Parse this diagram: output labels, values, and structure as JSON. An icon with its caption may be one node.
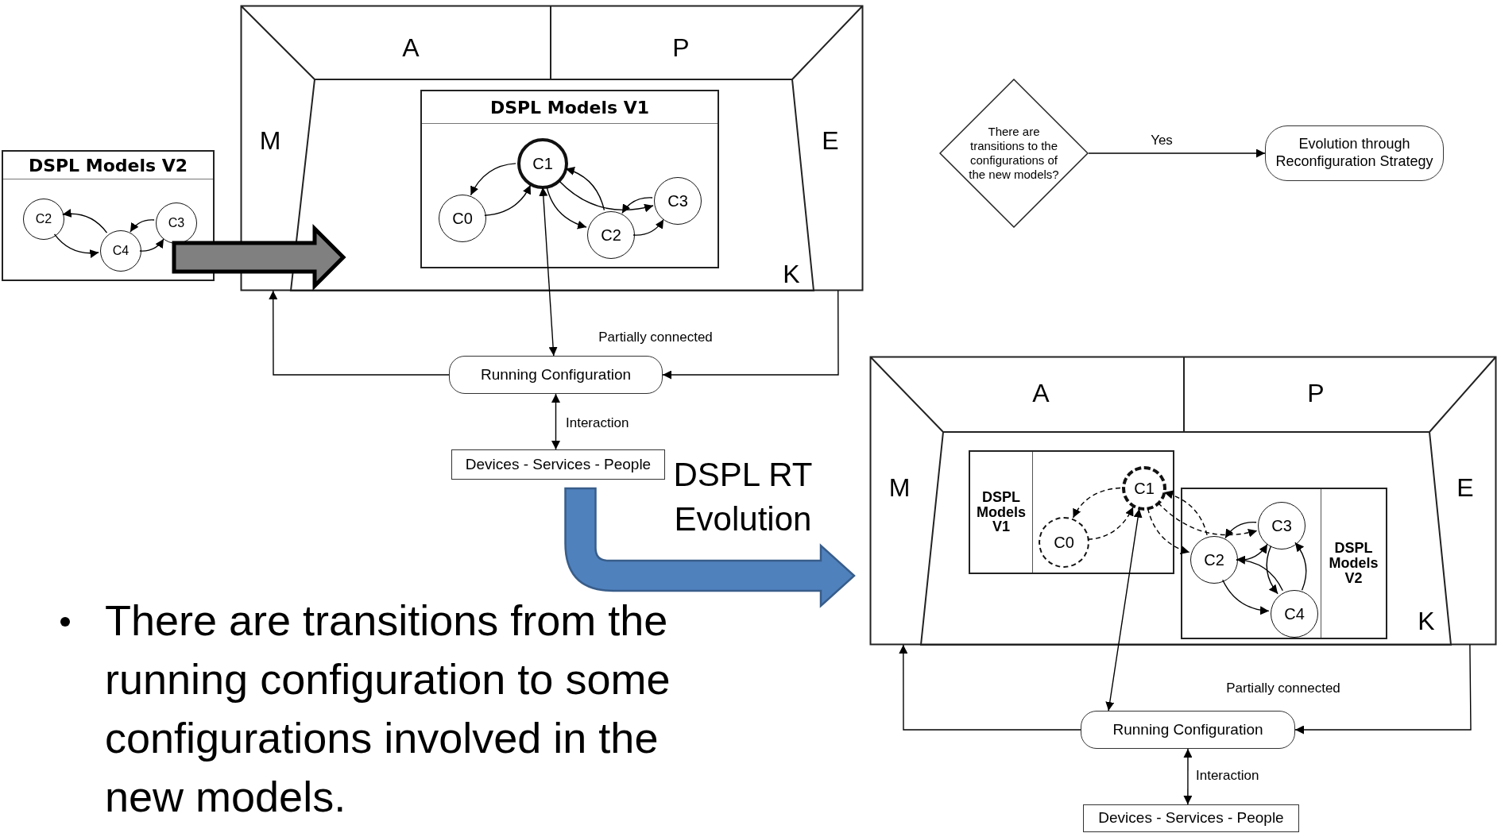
{
  "diagram": {
    "nodes": [
      {
        "text": [
          "A",
          "P",
          "M",
          "E",
          "K"
        ]
      },
      {
        "text": [
          "DSPL Models V1"
        ],
        "in": 0
      },
      {
        "text": [
          "C1"
        ],
        "in": 1
      },
      {
        "text": [
          "C0"
        ],
        "in": 1
      },
      {
        "text": [
          "C2"
        ],
        "in": 1
      },
      {
        "text": [
          "C3"
        ],
        "in": 1
      },
      {
        "text": [
          "DSPL Models V2"
        ]
      },
      {
        "text": [
          "C2"
        ],
        "in": 6
      },
      {
        "text": [
          "C4"
        ],
        "in": 6
      },
      {
        "text": [
          "C3"
        ],
        "in": 6
      },
      {
        "text": [
          "Running Configuration"
        ]
      },
      {
        "text": [
          "Devices - Services - People"
        ]
      },
      {
        "text": [
          "There are transitions to the configurations of the new models?"
        ]
      },
      {
        "text": [
          "Evolution through Reconfiguration Strategy"
        ]
      },
      {
        "text": [
          "A",
          "P",
          "M",
          "E",
          "K"
        ]
      },
      {
        "text": [
          "DSPL Models V1"
        ],
        "in": 14
      },
      {
        "text": [
          "C1"
        ],
        "in": 15
      },
      {
        "text": [
          "C0"
        ],
        "in": 15
      },
      {
        "text": [
          "DSPL Models V2"
        ],
        "in": 14
      },
      {
        "text": [
          "C2"
        ],
        "in": 18
      },
      {
        "text": [
          "C3"
        ],
        "in": 18
      },
      {
        "text": [
          "C4"
        ],
        "in": 18
      },
      {
        "text": [
          "Running Configuration"
        ]
      },
      {
        "text": [
          "Devices - Services - People"
        ]
      }
    ],
    "edges": [
      {
        "from": 6,
        "to": 0,
        "arrow": "to",
        "style": "thick",
        "color": "#808080"
      },
      {
        "from": 3,
        "to": 2,
        "arrow": "to"
      },
      {
        "from": 2,
        "to": 3,
        "arrow": "to"
      },
      {
        "from": 2,
        "to": 4,
        "arrow": "to"
      },
      {
        "from": 2,
        "to": 5,
        "arrow": "to"
      },
      {
        "from": 4,
        "to": 5,
        "arrow": "to"
      },
      {
        "from": 5,
        "to": 4,
        "arrow": "to"
      },
      {
        "from": 4,
        "to": 2,
        "arrow": "to"
      },
      {
        "from": 7,
        "to": 8,
        "arrow": "to"
      },
      {
        "from": 8,
        "to": 7,
        "arrow": "to"
      },
      {
        "from": 8,
        "to": 9,
        "arrow": "to"
      },
      {
        "from": 9,
        "to": 8,
        "arrow": "to"
      },
      {
        "from": 2,
        "to": 10,
        "arrow": "both"
      },
      {
        "from": 10,
        "to": 0,
        "arrow": "to"
      },
      {
        "from": 0,
        "to": 10,
        "arrow": "to",
        "label": "Partially connected"
      },
      {
        "from": 10,
        "to": 11,
        "arrow": "both",
        "label": "Interaction"
      },
      {
        "from": 12,
        "to": 13,
        "arrow": "to",
        "label": "Yes"
      },
      {
        "from": 11,
        "to": 14,
        "arrow": "to",
        "style": "thick",
        "color": "#4f81bd"
      },
      {
        "from": 17,
        "to": 16,
        "arrow": "to",
        "style": "dashed"
      },
      {
        "from": 16,
        "to": 17,
        "arrow": "to",
        "style": "dashed"
      },
      {
        "from": 16,
        "to": 19,
        "arrow": "to",
        "style": "dashed"
      },
      {
        "from": 16,
        "to": 20,
        "arrow": "to",
        "style": "dashed"
      },
      {
        "from": 19,
        "to": 16,
        "arrow": "to",
        "style": "dashed"
      },
      {
        "from": 19,
        "to": 20,
        "arrow": "to"
      },
      {
        "from": 20,
        "to": 19,
        "arrow": "to"
      },
      {
        "from": 19,
        "to": 21,
        "arrow": "to"
      },
      {
        "from": 21,
        "to": 19,
        "arrow": "to"
      },
      {
        "from": 20,
        "to": 21,
        "arrow": "to"
      },
      {
        "from": 21,
        "to": 20,
        "arrow": "to"
      },
      {
        "from": 16,
        "to": 22,
        "arrow": "both"
      },
      {
        "from": 22,
        "to": 14,
        "arrow": "to"
      },
      {
        "from": 14,
        "to": 22,
        "arrow": "to",
        "label": "Partially connected"
      },
      {
        "from": 22,
        "to": 23,
        "arrow": "both",
        "label": "Interaction"
      }
    ],
    "labels": [
      "DSPL RT Evolution",
      "There are transitions from the running configuration to some configurations involved in the new models."
    ]
  }
}
